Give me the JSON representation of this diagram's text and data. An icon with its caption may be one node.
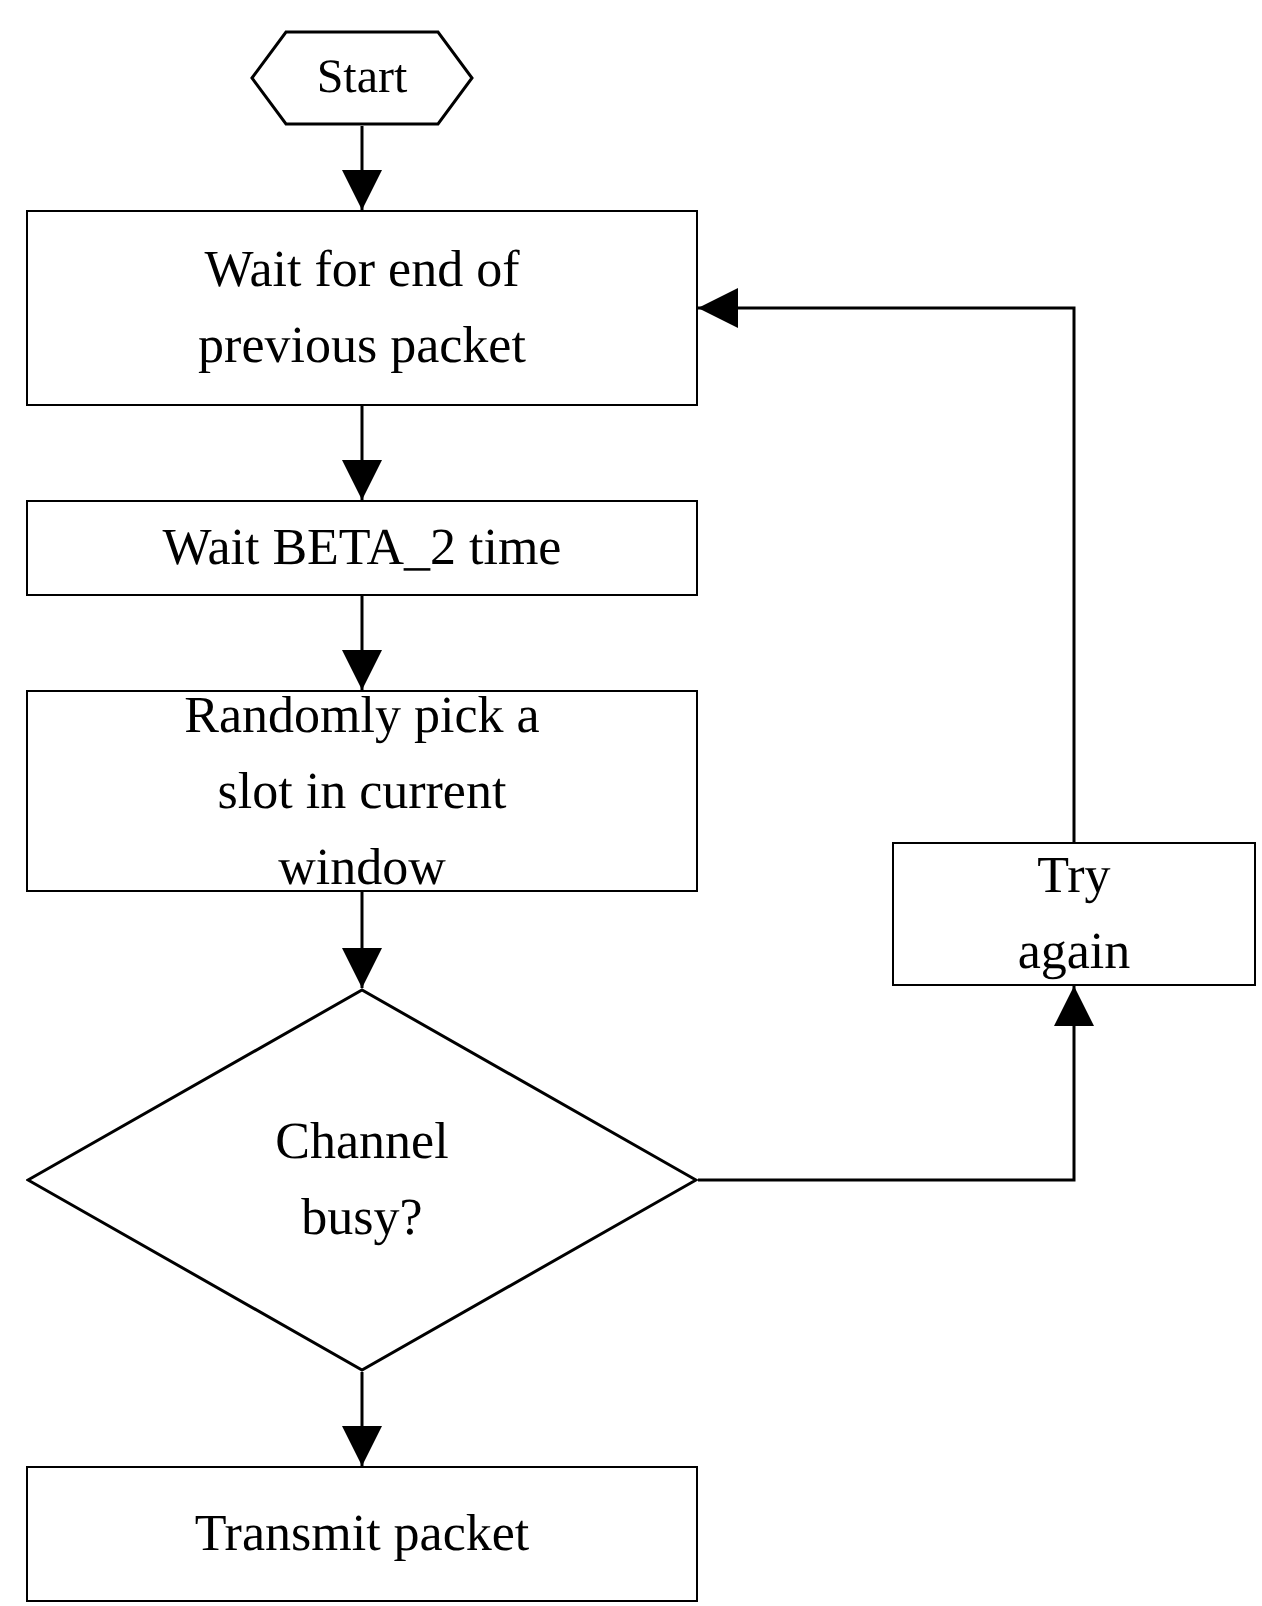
{
  "diagram": {
    "nodes": [
      {
        "text": [
          "Start"
        ]
      },
      {
        "text": [
          "Wait for end of previous packet"
        ]
      },
      {
        "text": [
          "Wait BETA_2 time"
        ]
      },
      {
        "text": [
          "Randomly pick a slot in current window"
        ]
      },
      {
        "text": [
          "Channel busy?"
        ]
      },
      {
        "text": [
          "Try again"
        ]
      },
      {
        "text": [
          "Transmit packet"
        ]
      }
    ],
    "edges": [
      {
        "from": 0,
        "to": 1,
        "arrow": "to"
      },
      {
        "from": 1,
        "to": 2,
        "arrow": "to"
      },
      {
        "from": 2,
        "to": 3,
        "arrow": "to"
      },
      {
        "from": 3,
        "to": 4,
        "arrow": "to"
      },
      {
        "from": 4,
        "to": 5,
        "arrow": "to"
      },
      {
        "from": 5,
        "to": 1,
        "arrow": "to"
      },
      {
        "from": 4,
        "to": 6,
        "arrow": "to"
      }
    ]
  }
}
